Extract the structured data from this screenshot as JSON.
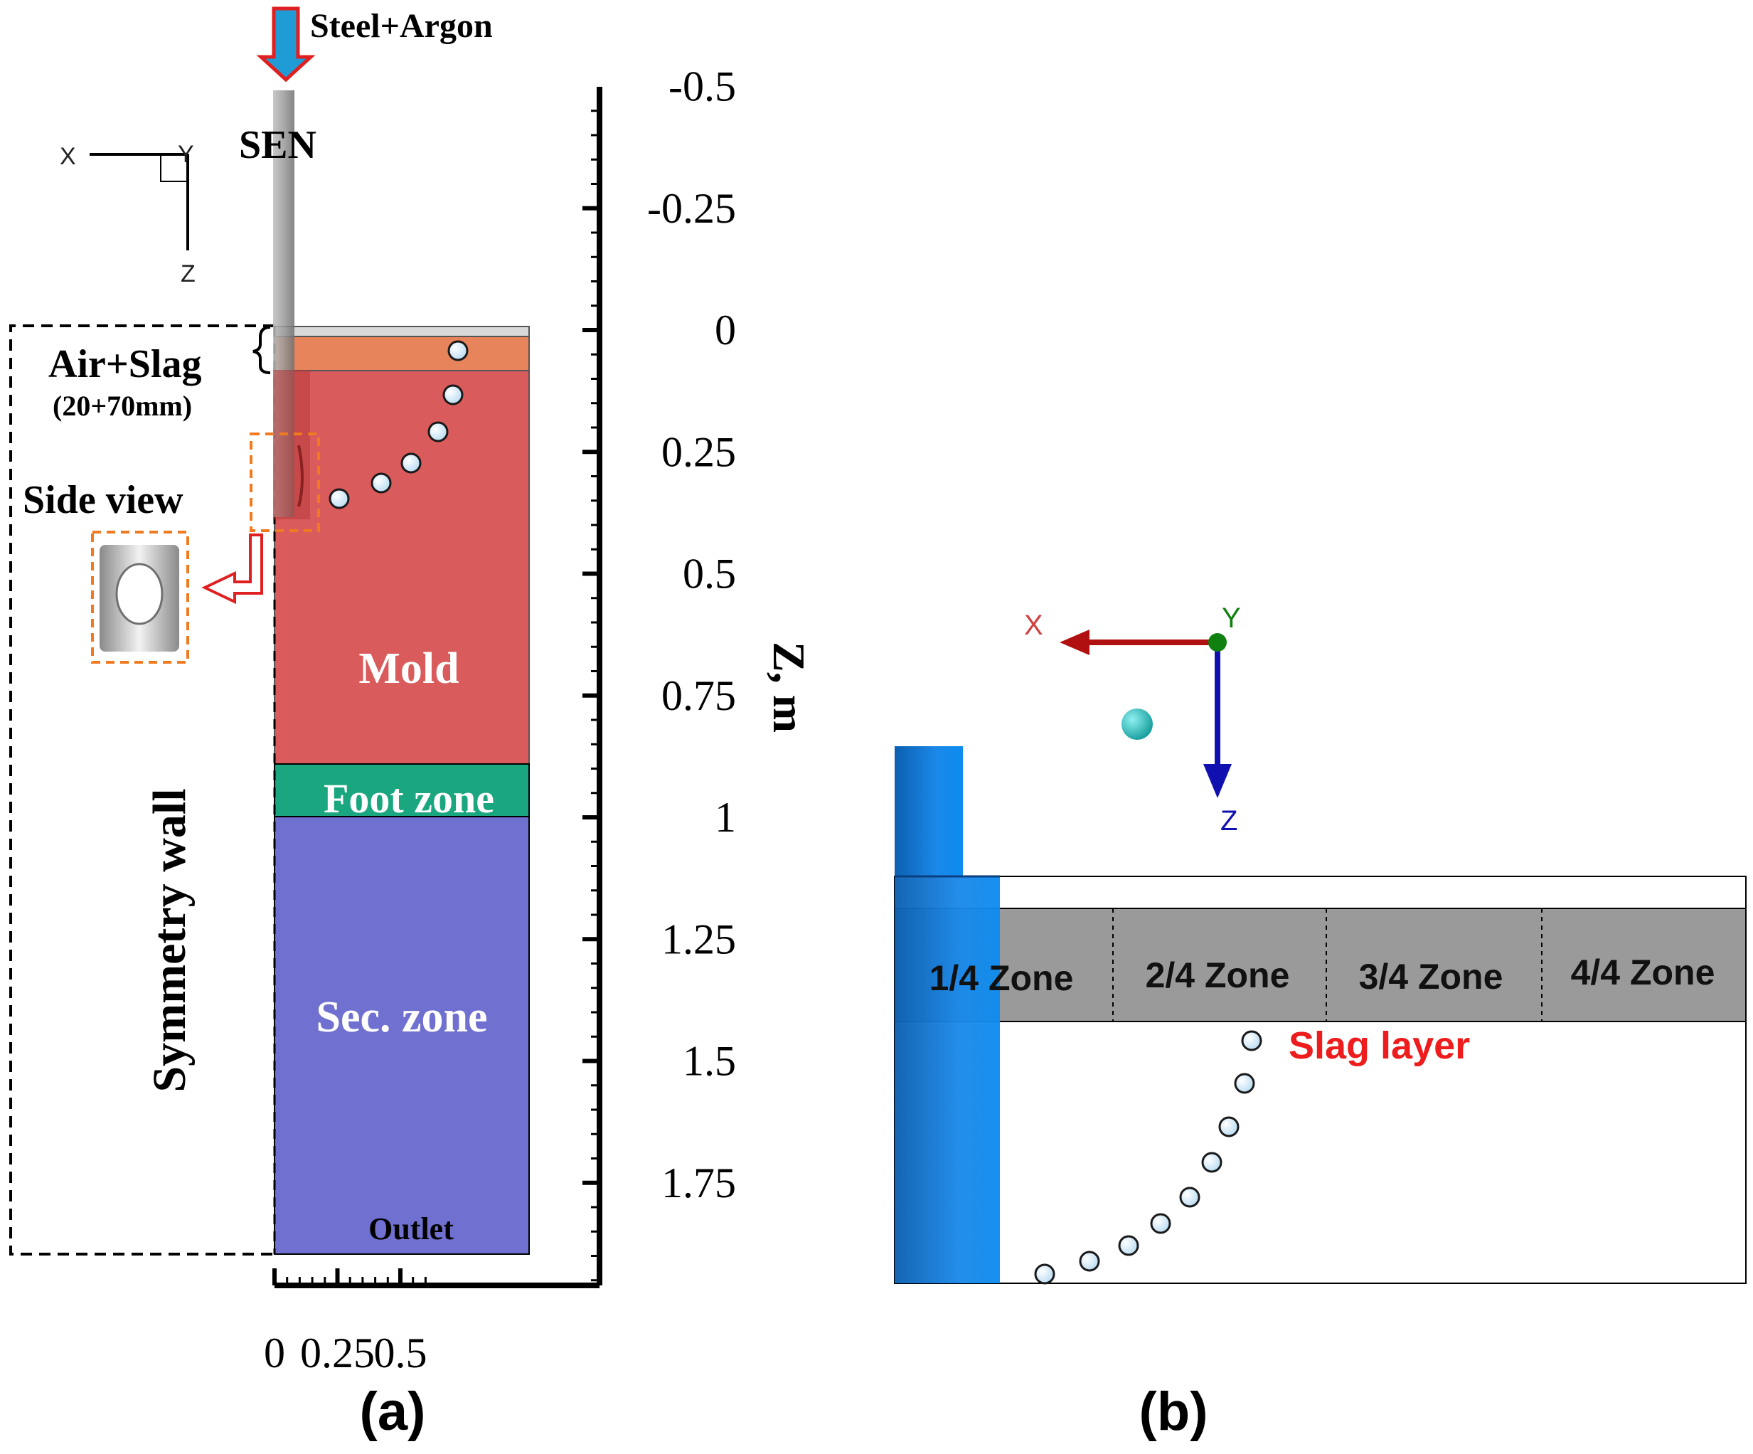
{
  "panel_a": {
    "inlet_label": "Steel+Argon",
    "nozzle_label": "SEN",
    "coord_x": "X",
    "coord_y": "Y",
    "coord_z": "Z",
    "air_slag_label": "Air+Slag",
    "air_slag_thickness": "(20+70mm)",
    "side_view_label": "Side view",
    "mold_label": "Mold",
    "foot_zone_label": "Foot zone",
    "sec_zone_label": "Sec. zone",
    "outlet_label": "Outlet",
    "symmetry_label": "Symmetry wall",
    "z_axis_title": "Z, m",
    "z_ticks": [
      "-0.5",
      "-0.25",
      "0",
      "0.25",
      "0.5",
      "0.75",
      "1",
      "1.25",
      "1.5",
      "1.75"
    ],
    "x_ticks": [
      "0",
      "0.25",
      "0.5"
    ],
    "caption": "(a)",
    "colors": {
      "air": "#d9d9d9",
      "slag": "#e8845c",
      "mold": "#d95b5b",
      "foot_zone": "#1aa67f",
      "sec_zone": "#7070d0",
      "inlet_arrow": "#1f9bd6",
      "inlet_arrow_outline": "#e02020",
      "port_box": "#f07a20"
    }
  },
  "panel_b": {
    "coord_x": "X",
    "coord_y": "Y",
    "coord_z": "Z",
    "zones": [
      "1/4 Zone",
      "2/4 Zone",
      "3/4 Zone",
      "4/4 Zone"
    ],
    "slag_layer_label": "Slag layer",
    "caption": "(b)",
    "colors": {
      "zone_band": "#9a9a9a",
      "nozzle": "#1a88e8",
      "slag_label": "#ee1c1c",
      "axis_x": "#b01010",
      "axis_z": "#1010b0",
      "axis_y": "#108010"
    }
  }
}
